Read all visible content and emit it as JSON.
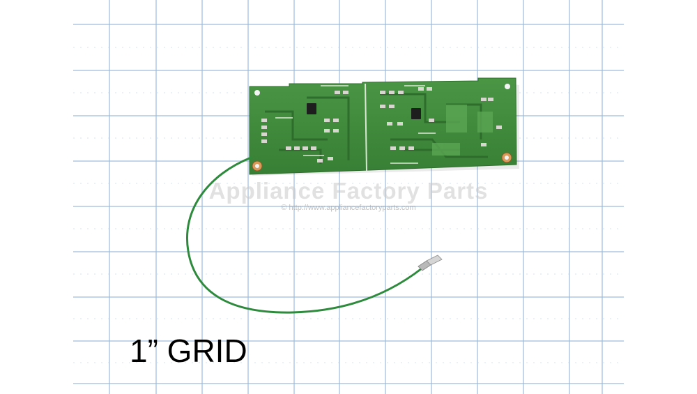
{
  "photo": {
    "subject": "pcb-board-with-ground-wire",
    "background_color": "#ffffff",
    "grid_line_color": "#8fb3d6",
    "board_color": "#3d8a3a",
    "wire_color": "#2e8a3c",
    "terminal_color": "#c9c9c9"
  },
  "watermark": {
    "brand": "Appliance Factory Parts",
    "url": "© http://www.appliancefactoryparts.com"
  },
  "caption": {
    "scale_label": "1” GRID"
  }
}
